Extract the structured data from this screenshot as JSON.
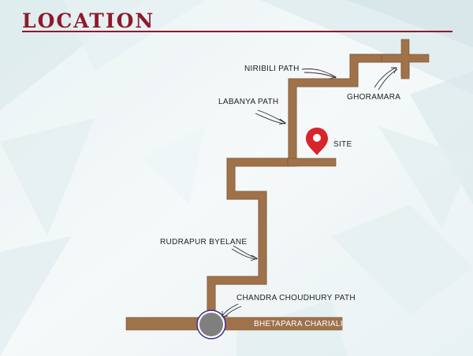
{
  "title": "LOCATION",
  "map": {
    "roads": [
      {
        "id": "bhetapara-chariali",
        "label": "BHETAPARA CHARIALI"
      },
      {
        "id": "chandra-choudhury-path",
        "label": "CHANDRA CHOUDHURY PATH"
      },
      {
        "id": "rudrapur-byelane",
        "label": "RUDRAPUR BYELANE"
      },
      {
        "id": "labanya-path",
        "label": "LABANYA PATH"
      },
      {
        "id": "niribili-path",
        "label": "NIRIBILI PATH"
      },
      {
        "id": "ghoramara",
        "label": "GHORAMARA"
      }
    ],
    "site_label": "SITE",
    "site_marker_icon": "map-pin-icon",
    "junction_icon": "roundabout-icon"
  },
  "colors": {
    "road": "#a0724a",
    "road_outline": "#7a5434",
    "title": "#8e1a2c",
    "marker": "#d8242b",
    "junction": "#7f7f7f",
    "junction_ring": "#3b2f8f"
  }
}
